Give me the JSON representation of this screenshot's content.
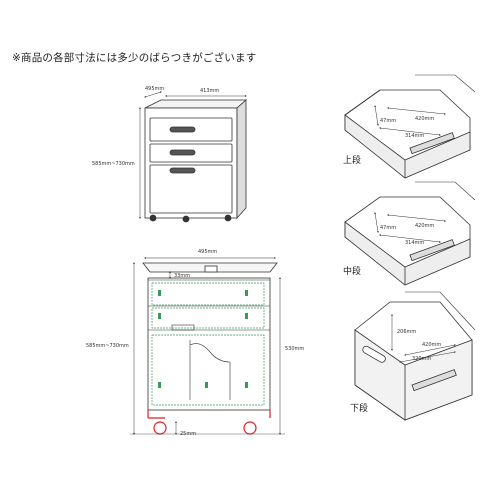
{
  "note": "※商品の各部寸法には多少のばらつきがございます",
  "overview": {
    "depth": "495mm",
    "width": "413mm",
    "height": "585mm~730mm"
  },
  "front_view": {
    "width": "495mm",
    "top_gap": "33mm",
    "height": "585mm~730mm",
    "inner_height": "530mm",
    "caster_gap": "25mm"
  },
  "drawers": {
    "upper": {
      "label": "上段",
      "height": "47mm",
      "depth": "420mm",
      "width": "314mm"
    },
    "middle": {
      "label": "中段",
      "height": "47mm",
      "depth": "420mm",
      "width": "314mm"
    },
    "lower": {
      "label": "下段",
      "height": "206mm",
      "depth": "420mm",
      "width": "320mm"
    }
  }
}
